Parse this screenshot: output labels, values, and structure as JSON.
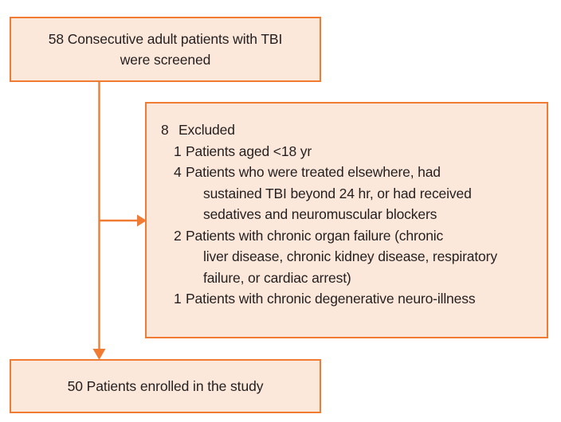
{
  "figure": {
    "type": "flow-diagram",
    "palette": {
      "box_fill": "#FCE8DA",
      "box_border": "#F07C34",
      "connector": "#F07C34",
      "text": "#231F20",
      "background": "#FFFFFF"
    }
  },
  "nodes": {
    "screened": {
      "label": "58 Consecutive adult patients with TBI\nwere screened",
      "line1": "58 Consecutive adult patients with TBI",
      "line2": "were screened",
      "count": 58
    },
    "enrolled": {
      "label": "50 Patients enrolled in the study",
      "count": 50
    },
    "excluded": {
      "heading_count": "8",
      "heading_label": "Excluded",
      "total": 8,
      "items": [
        {
          "count": "1",
          "line1": "Patients aged <18 yr",
          "line2": "",
          "line3": ""
        },
        {
          "count": "4",
          "line1": "Patients who were treated elsewhere, had",
          "line2": "sustained TBI beyond 24 hr, or had received",
          "line3": "sedatives and neuromuscular blockers"
        },
        {
          "count": "2",
          "line1": "Patients with chronic organ failure (chronic",
          "line2": "liver disease, chronic kidney disease, respiratory",
          "line3": "failure, or cardiac arrest)"
        },
        {
          "count": "1",
          "line1": "Patients with chronic degenerative neuro-illness",
          "line2": "",
          "line3": ""
        }
      ]
    }
  },
  "connectors": {
    "trunk": "vertical-line-from-screened-to-enrolled",
    "branch": "horizontal-arrow-to-excluded",
    "terminal": "down-arrow-into-enrolled"
  }
}
